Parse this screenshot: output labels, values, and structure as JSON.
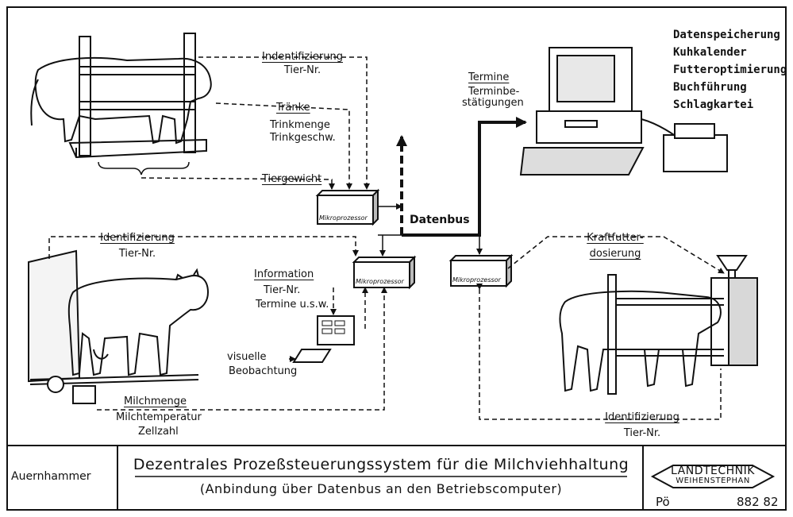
{
  "nodes": {
    "identification_top": {
      "title": "Indentifizierung",
      "sub": "Tier-Nr."
    },
    "watering": {
      "title": "Tränke",
      "sub1": "Trinkmenge",
      "sub2": "Trinkgeschw."
    },
    "weight": {
      "title": "Tiergewicht"
    },
    "appointments": {
      "title": "Termine",
      "sub1": "Terminbe-",
      "sub2": "stätigungen"
    },
    "databus": {
      "title": "Datenbus"
    },
    "microprocessor": {
      "label": "Mikroprozessor"
    },
    "identification_left": {
      "title": "Identifizierung",
      "sub": "Tier-Nr."
    },
    "information": {
      "title": "Information",
      "sub1": "Tier-Nr.",
      "sub2": "Termine u.s.w."
    },
    "visual": {
      "line1": "visuelle",
      "line2": "Beobachtung"
    },
    "milk": {
      "title": "Milchmenge",
      "sub1": "Milchtemperatur",
      "sub2": "Zellzahl"
    },
    "concentrate": {
      "title1": "Kraftfutter-",
      "title2": "dosierung"
    },
    "identification_right": {
      "title": "Identifizierung",
      "sub": "Tier-Nr."
    }
  },
  "computer_functions": [
    "Datenspeicherung",
    "Kuhkalender",
    "Futteroptimierung",
    "Buchführung",
    "Schlagkartei"
  ],
  "footer": {
    "author": "Auernhammer",
    "title": "Dezentrales Prozeßsteuerungssystem für die Milchviehhaltung",
    "subtitle": "(Anbindung über Datenbus an den Betriebscomputer)",
    "logo_line1": "LANDTECHNIK",
    "logo_line2": "WEIHENSTEPHAN",
    "code": "Pö",
    "number": "882 82"
  }
}
